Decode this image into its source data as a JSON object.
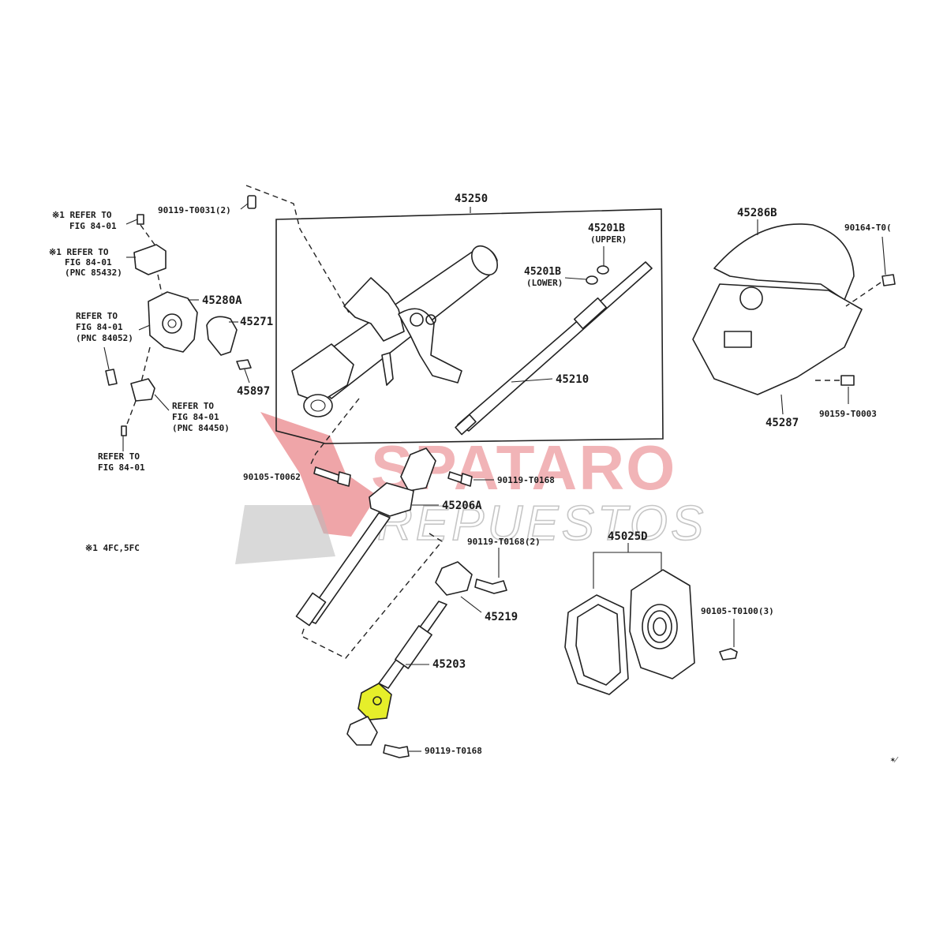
{
  "watermark": {
    "brand": "SPATARO",
    "sub": "REPUESTOS",
    "color_red": "#e25b61",
    "color_gray": "#b9b9b9"
  },
  "highlight_color": "#e6ee2a",
  "labels": {
    "p45250": "45250",
    "p45201b_upper": "45201B",
    "p45201b_upper_note": "(UPPER)",
    "p45201b_lower": "45201B",
    "p45201b_lower_note": "(LOWER)",
    "p45210": "45210",
    "p45286b": "45286B",
    "p90164": "90164-T0(",
    "p45287": "45287",
    "p90159": "90159-T0003",
    "p90119_t0031": "90119-T0031(2)",
    "ref1_a": "※1 REFER TO",
    "ref1_b": "FIG 84-01",
    "ref2_a": "※1 REFER TO",
    "ref2_b": "FIG 84-01",
    "ref2_c": "(PNC 85432)",
    "p45280a": "45280A",
    "ref3_a": "REFER TO",
    "ref3_b": "FIG 84-01",
    "ref3_c": "(PNC 84052)",
    "p45271": "45271",
    "p45897": "45897",
    "ref4_a": "REFER TO",
    "ref4_b": "FIG 84-01",
    "ref4_c": "(PNC 84450)",
    "ref5_a": "REFER TO",
    "ref5_b": "FIG 84-01",
    "p90105_t0062": "90105-T0062",
    "p90119_t0168_a": "90119-T0168",
    "p45206a": "45206A",
    "note_4fc": "※1 4FC,5FC",
    "p90119_t0168_2": "90119-T0168(2)",
    "p45219": "45219",
    "p45025d": "45025D",
    "p90105_t0100": "90105-T0100(3)",
    "p45203": "45203",
    "p90119_t0168_b": "90119-T0168",
    "corner": "✶⁄"
  }
}
